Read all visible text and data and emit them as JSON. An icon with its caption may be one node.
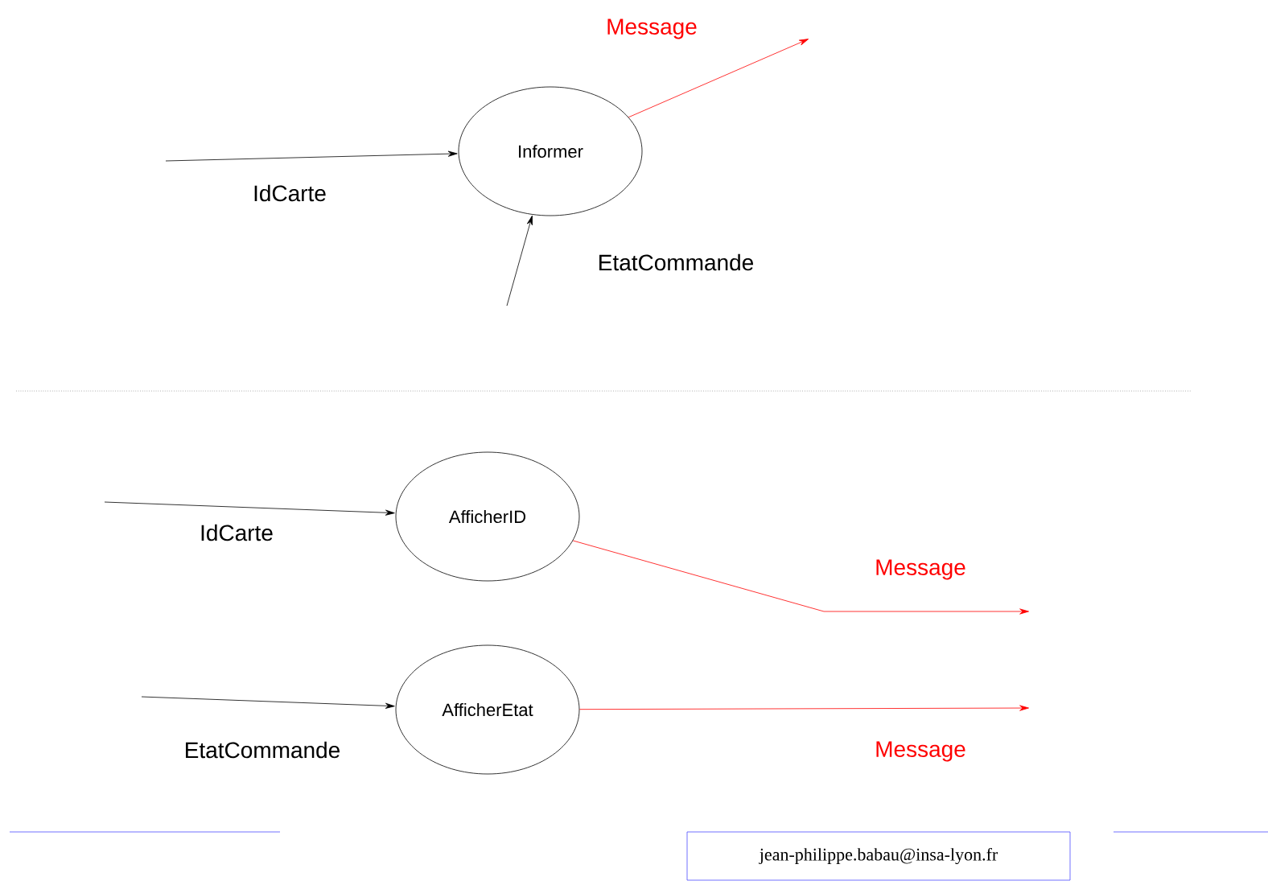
{
  "diagram": {
    "nodes": [
      {
        "text": [
          "Informer"
        ]
      },
      {
        "text": [
          "AfficherID"
        ]
      },
      {
        "text": [
          "AfficherEtat"
        ]
      },
      {
        "text": [
          "jean-philippe.babau@insa-lyon.fr"
        ]
      }
    ],
    "edges": [
      {
        "from": null,
        "to": 0,
        "arrow": "to",
        "label": "IdCarte"
      },
      {
        "from": null,
        "to": 0,
        "arrow": "to",
        "label": "EtatCommande"
      },
      {
        "from": 0,
        "to": null,
        "arrow": "to",
        "label": "Message",
        "color": "#ff0000"
      },
      {
        "from": null,
        "to": 1,
        "arrow": "to",
        "label": "IdCarte"
      },
      {
        "from": 1,
        "to": null,
        "arrow": "to",
        "label": "Message",
        "color": "#ff0000"
      },
      {
        "from": null,
        "to": 2,
        "arrow": "to",
        "label": "EtatCommande"
      },
      {
        "from": 2,
        "to": null,
        "arrow": "to",
        "label": "Message",
        "color": "#ff0000"
      }
    ]
  }
}
